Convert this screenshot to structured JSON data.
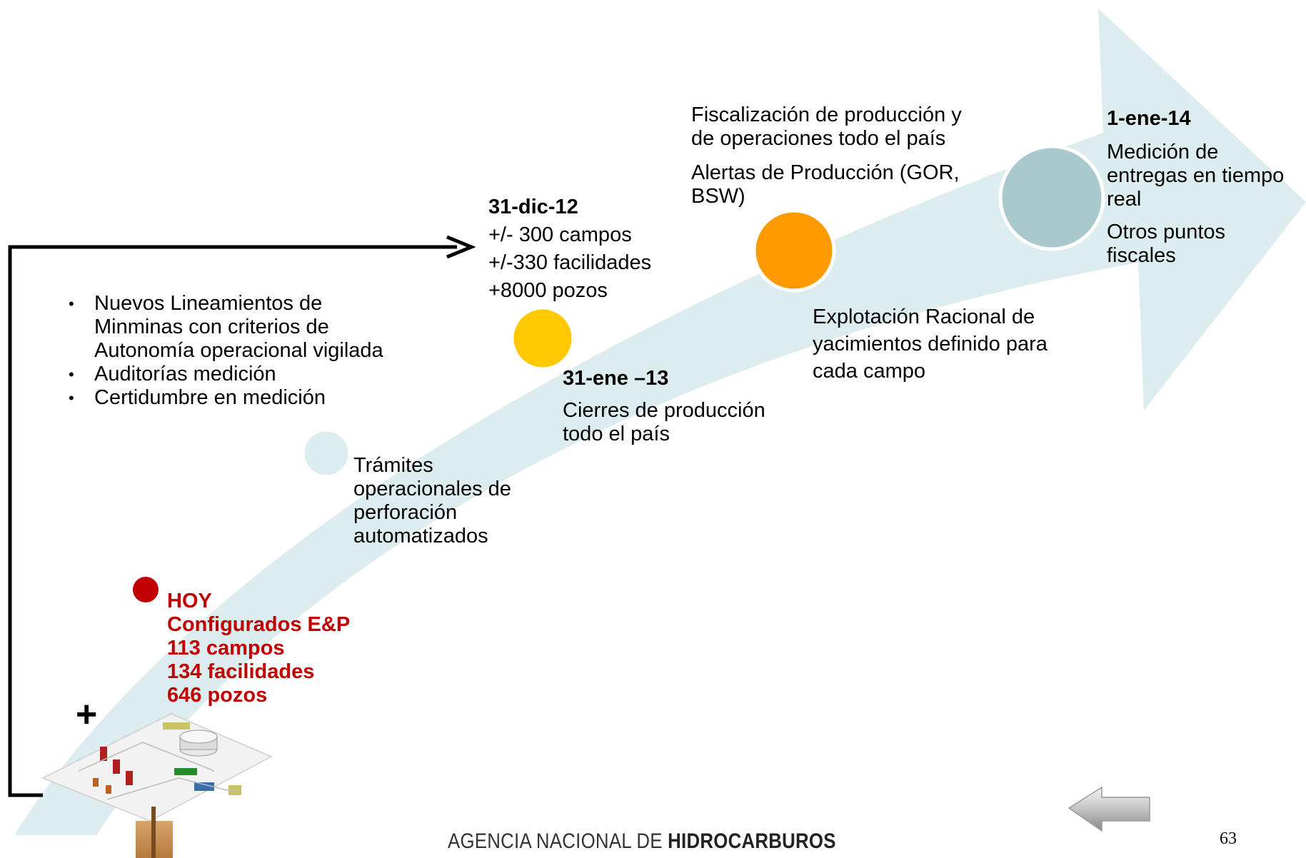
{
  "colors": {
    "arrow_fill": "#dcecef",
    "connector": "#000000",
    "hoy_red": "#c00000",
    "circle_small": "#dcecef",
    "circle_yellow": "#ffc800",
    "circle_orange": "#ff9a00",
    "circle_teal": "#a9c9cc"
  },
  "bullets": [
    "Nuevos Lineamientos de",
    "Minminas con criterios de",
    "Autonomía operacional vigilada",
    "Auditorías medición",
    "Certidumbre en medición"
  ],
  "milestone_dic12": {
    "date": "31-dic-12",
    "lines": [
      "+/- 300 campos",
      "+/-330 facilidades",
      "+8000 pozos"
    ]
  },
  "milestone_ene13": {
    "date": "31-ene –13",
    "lines": [
      "Cierres de producción",
      "todo el país"
    ]
  },
  "tramites": [
    "Trámites",
    "operacionales de",
    "perforación",
    "automatizados"
  ],
  "fiscalizacion": [
    "Fiscalización de producción y",
    "de operaciones todo el país"
  ],
  "alertas": [
    "Alertas de Producción (GOR,",
    "BSW)"
  ],
  "explotacion": [
    "Explotación Racional de",
    "yacimientos definido para",
    "cada campo"
  ],
  "milestone_ene14": {
    "date": "1-ene-14",
    "medicion": [
      "Medición de",
      "entregas en tiempo",
      "real"
    ],
    "otros": [
      "Otros puntos",
      "fiscales"
    ]
  },
  "hoy": {
    "title": "HOY",
    "lines": [
      "Configurados E&P",
      "113 campos",
      "134 facilidades",
      "646 pozos"
    ]
  },
  "plus_sign": "+",
  "footer": {
    "prefix": "AGENCIA NACIONAL DE ",
    "strong": "HIDROCARBUROS"
  },
  "page_number": "63",
  "back_button": {
    "icon": "left-arrow-icon"
  },
  "illustration": {
    "icon": "oil-field-facility-illustration"
  }
}
